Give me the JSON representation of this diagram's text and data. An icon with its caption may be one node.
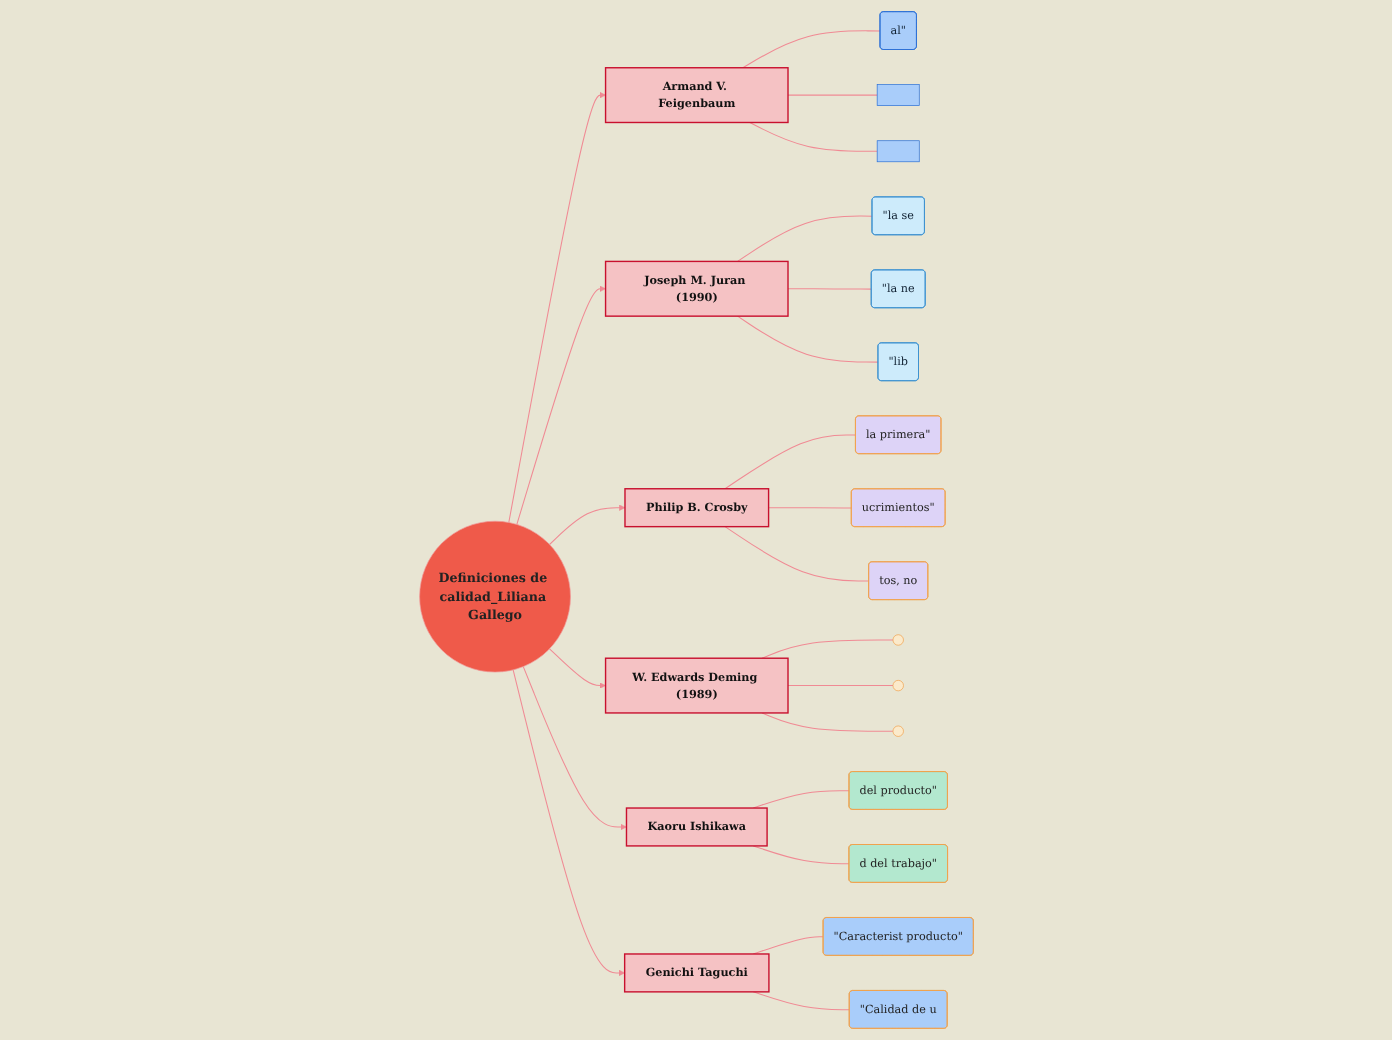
{
  "diagram": {
    "nodes": [
      {
        "text": [
          "Definiciones de calidad_Liliana Gallego"
        ]
      },
      {
        "text": [
          "Armand V. Feigenbaum"
        ]
      },
      {
        "text": [
          "al\""
        ]
      },
      {
        "text": [],
        "shape": "box"
      },
      {
        "text": [],
        "shape": "box"
      },
      {
        "text": [
          "Joseph M. Juran (1990)"
        ]
      },
      {
        "text": [
          "\"la se"
        ]
      },
      {
        "text": [
          "\"la ne"
        ]
      },
      {
        "text": [
          "\"lib"
        ]
      },
      {
        "text": [
          "Philip B. Crosby"
        ]
      },
      {
        "text": [
          "la primera\""
        ]
      },
      {
        "text": [
          "ucrimientos\""
        ]
      },
      {
        "text": [
          "tos, no"
        ]
      },
      {
        "text": [
          "W. Edwards Deming (1989)"
        ]
      },
      {
        "text": [],
        "shape": "circle"
      },
      {
        "text": [],
        "shape": "circle"
      },
      {
        "text": [],
        "shape": "circle"
      },
      {
        "text": [
          "Kaoru Ishikawa"
        ]
      },
      {
        "text": [
          "del producto\""
        ]
      },
      {
        "text": [
          "d del trabajo\""
        ]
      },
      {
        "text": [
          "Genichi Taguchi"
        ]
      },
      {
        "text": [
          "\"Caracterist producto\""
        ]
      },
      {
        "text": [
          "\"Calidad de u"
        ]
      }
    ],
    "edges": [
      {
        "from": 0,
        "to": 1,
        "arrow": "to"
      },
      {
        "from": 1,
        "to": 2,
        "arrow": "none"
      },
      {
        "from": 1,
        "to": 3,
        "arrow": "none"
      },
      {
        "from": 1,
        "to": 4,
        "arrow": "none"
      },
      {
        "from": 0,
        "to": 5,
        "arrow": "to"
      },
      {
        "from": 5,
        "to": 6,
        "arrow": "none"
      },
      {
        "from": 5,
        "to": 7,
        "arrow": "none"
      },
      {
        "from": 5,
        "to": 8,
        "arrow": "none"
      },
      {
        "from": 0,
        "to": 9,
        "arrow": "to"
      },
      {
        "from": 9,
        "to": 10,
        "arrow": "none"
      },
      {
        "from": 9,
        "to": 11,
        "arrow": "none"
      },
      {
        "from": 9,
        "to": 12,
        "arrow": "none"
      },
      {
        "from": 0,
        "to": 13,
        "arrow": "to"
      },
      {
        "from": 13,
        "to": 14,
        "arrow": "none"
      },
      {
        "from": 13,
        "to": 15,
        "arrow": "none"
      },
      {
        "from": 13,
        "to": 16,
        "arrow": "none"
      },
      {
        "from": 0,
        "to": 17,
        "arrow": "to"
      },
      {
        "from": 17,
        "to": 18,
        "arrow": "none"
      },
      {
        "from": 17,
        "to": 19,
        "arrow": "none"
      },
      {
        "from": 0,
        "to": 20,
        "arrow": "to"
      },
      {
        "from": 20,
        "to": 21,
        "arrow": "none"
      },
      {
        "from": 20,
        "to": 22,
        "arrow": "none"
      }
    ]
  }
}
